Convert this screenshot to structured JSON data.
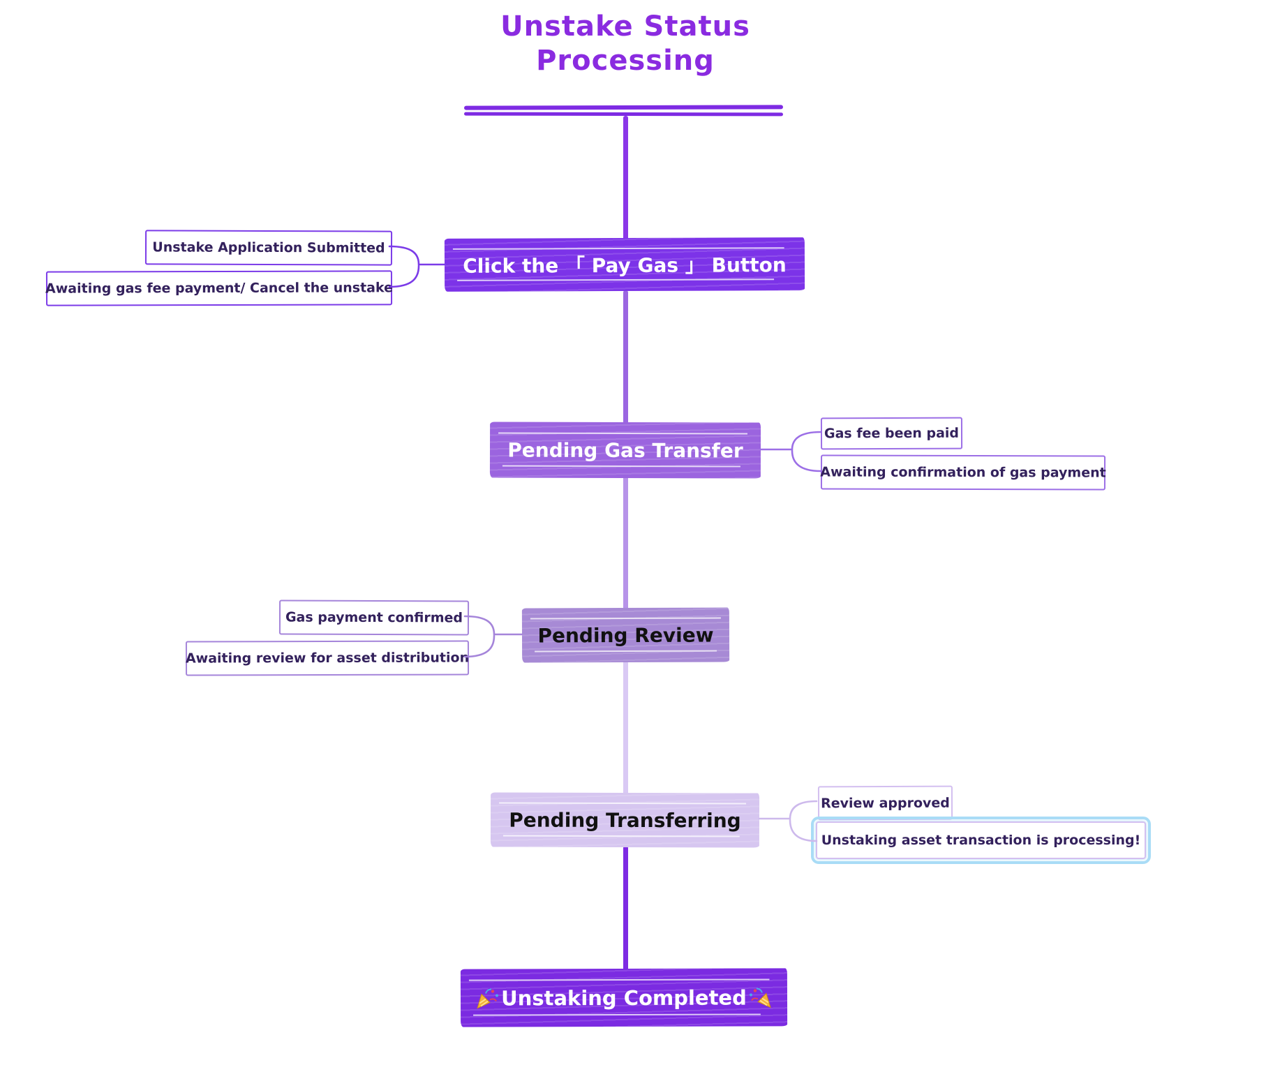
{
  "title": {
    "line1": "Unstake Status",
    "line2": "Processing"
  },
  "stages": [
    {
      "name": "Click the 「 Pay Gas 」 Button",
      "notes_side": "left",
      "notes": [
        "Unstake Application Submitted",
        "Awaiting gas fee payment/ Cancel the unstake"
      ]
    },
    {
      "name": "Pending Gas Transfer",
      "notes_side": "right",
      "notes": [
        "Gas fee been paid",
        "Awaiting confirmation of gas payment"
      ]
    },
    {
      "name": "Pending Review",
      "notes_side": "left",
      "notes": [
        "Gas payment confirmed",
        "Awaiting review for asset distribution"
      ]
    },
    {
      "name": "Pending Transferring",
      "notes_side": "right",
      "notes": [
        "Review approved",
        "Unstaking asset transaction is processing!"
      ],
      "highlighted_note": "Unstaking asset transaction is processing!"
    },
    {
      "name": "Unstaking Completed",
      "emoji": "🎉",
      "notes_side": "none",
      "notes": []
    }
  ],
  "icons": {
    "party_popper": "party-popper (🎉)"
  },
  "colors": {
    "title_text": "#8A2BE0",
    "axis_segments": [
      "#8B36E8",
      "#9B66E1",
      "#B793E9",
      "#D9C9F4",
      "#7E2BE3"
    ],
    "node_fills": [
      "#7C33E8",
      "#9B64DF",
      "#A78AD5",
      "#D6C6F0",
      "#7B2BE1"
    ],
    "node_text": [
      "#FFFFFF",
      "#FFFFFF",
      "#111111",
      "#111111",
      "#FFFFFF"
    ],
    "note_borders": [
      "#7B3BE8",
      "#9C6FE6",
      "#A585DA",
      "#D3BFF0"
    ],
    "note_text": "#33215C",
    "highlight_ring": "#A9DCF6",
    "background": "#FFFFFF"
  }
}
